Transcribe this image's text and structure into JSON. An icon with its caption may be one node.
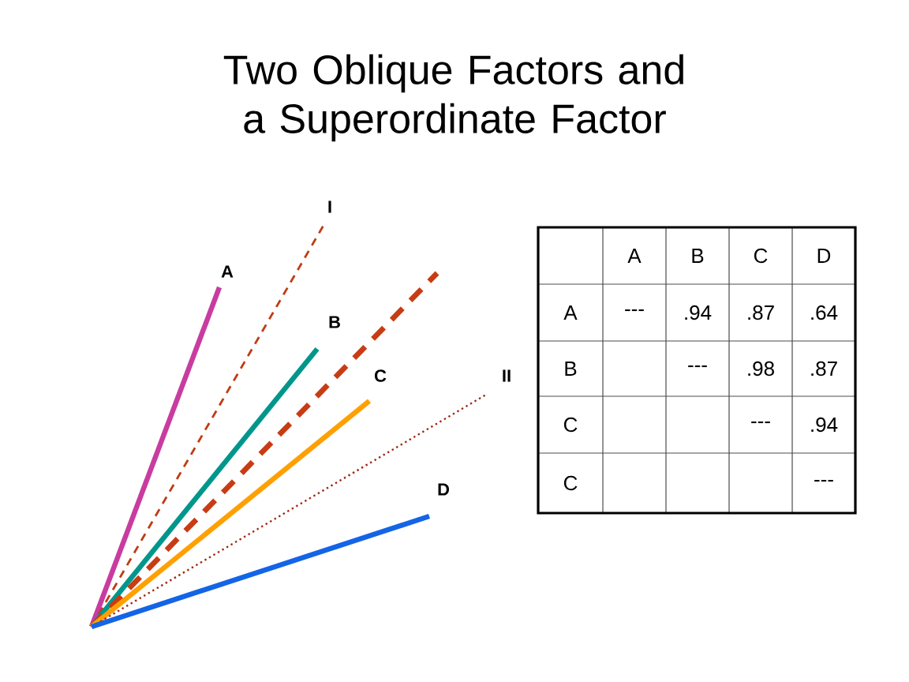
{
  "diagram": {
    "title": "Two Oblique Factors and a Superordinate Factor",
    "labels": [
      "I",
      "A",
      "B",
      "C",
      "II",
      "D",
      "A",
      "B",
      "C",
      "D",
      "A",
      "---",
      ".94",
      ".87",
      ".64",
      "B",
      "---",
      ".98",
      ".87",
      "C",
      "---",
      ".94",
      "C",
      "---"
    ]
  }
}
